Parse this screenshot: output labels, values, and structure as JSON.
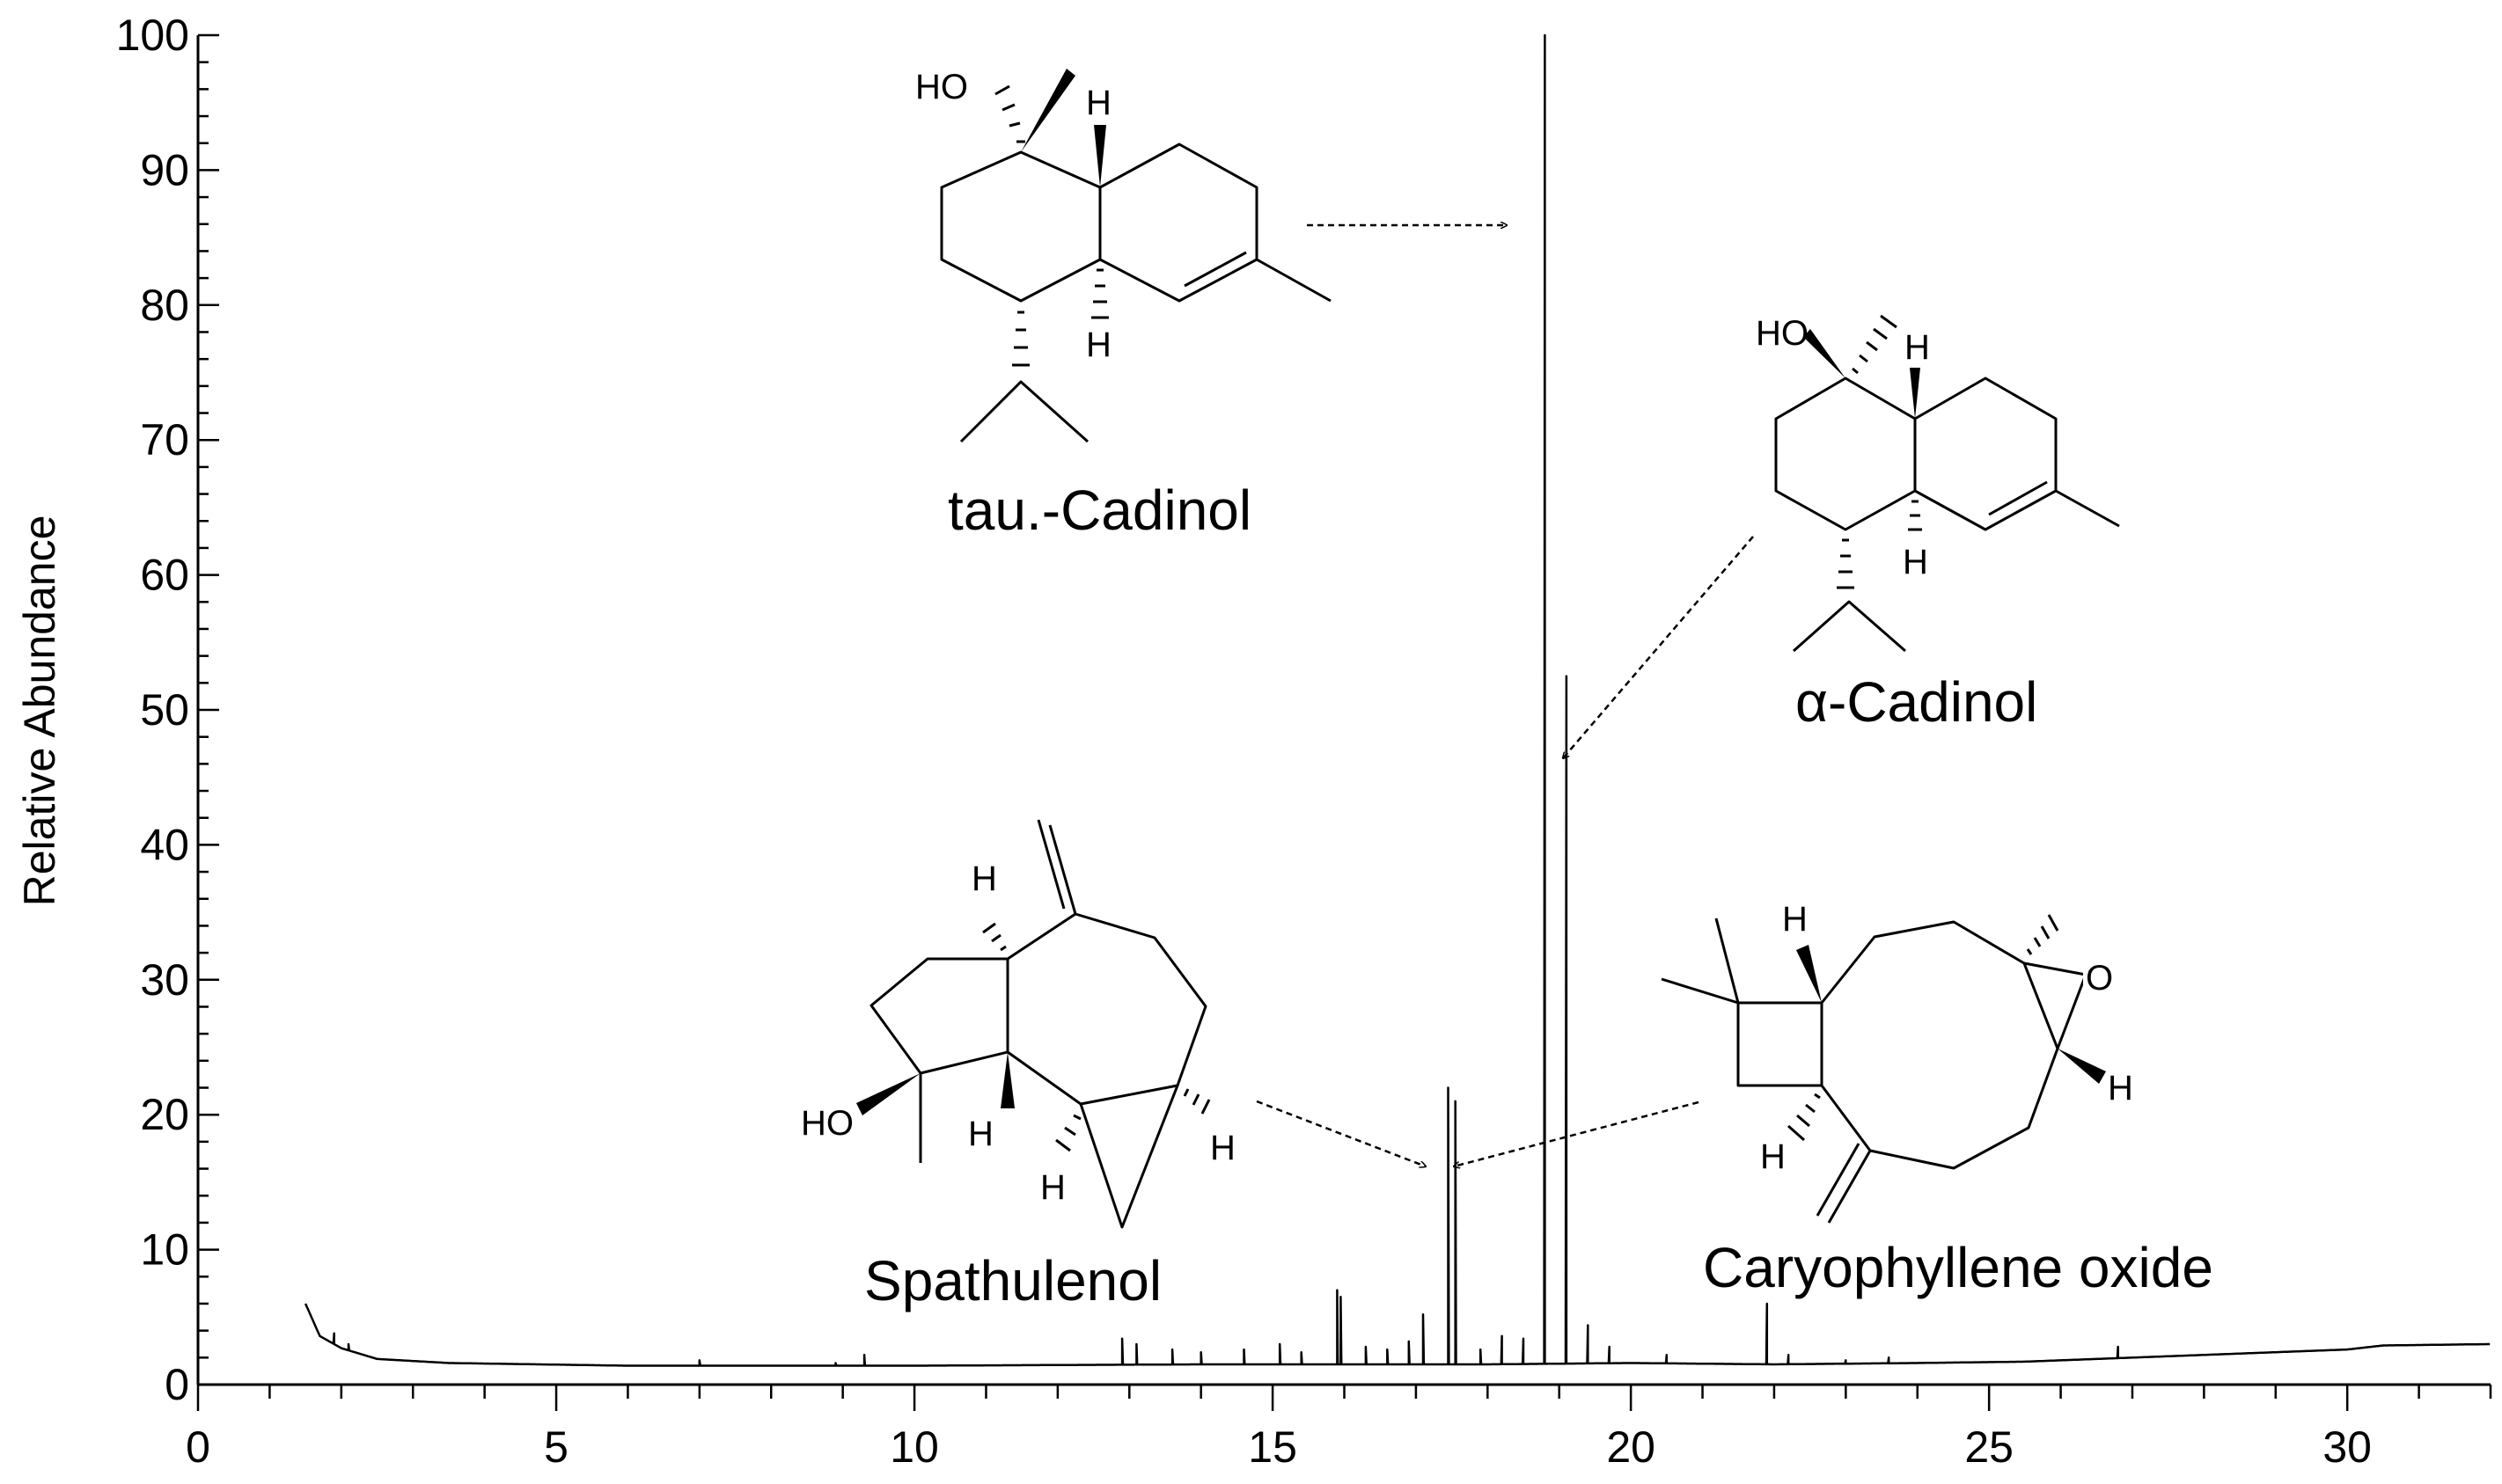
{
  "chart_data": {
    "type": "line",
    "title": "",
    "xlabel": "",
    "ylabel": "Relative  Abundance",
    "xlim": [
      0,
      32
    ],
    "ylim": [
      0,
      100
    ],
    "x_ticks": [
      0,
      5,
      10,
      15,
      20,
      25,
      30
    ],
    "y_ticks": [
      0,
      10,
      20,
      30,
      40,
      50,
      60,
      70,
      80,
      90,
      100
    ],
    "grid": false,
    "baseline": [
      [
        1.5,
        6.0
      ],
      [
        1.7,
        3.6
      ],
      [
        2.0,
        2.7
      ],
      [
        2.5,
        1.9
      ],
      [
        3.5,
        1.6
      ],
      [
        6.0,
        1.4
      ],
      [
        10.0,
        1.4
      ],
      [
        14.0,
        1.5
      ],
      [
        16.0,
        1.5
      ],
      [
        18.0,
        1.5
      ],
      [
        20.0,
        1.6
      ],
      [
        22.0,
        1.5
      ],
      [
        24.0,
        1.6
      ],
      [
        25.5,
        1.7
      ],
      [
        27.0,
        2.0
      ],
      [
        28.5,
        2.3
      ],
      [
        30.0,
        2.6
      ],
      [
        30.5,
        2.9
      ],
      [
        32.0,
        3.0
      ]
    ],
    "peaks": [
      {
        "x": 1.9,
        "y": 3.8
      },
      {
        "x": 2.1,
        "y": 3.0
      },
      {
        "x": 7.0,
        "y": 1.8
      },
      {
        "x": 8.9,
        "y": 1.6
      },
      {
        "x": 9.3,
        "y": 2.2
      },
      {
        "x": 12.9,
        "y": 3.4
      },
      {
        "x": 13.1,
        "y": 3.0
      },
      {
        "x": 13.6,
        "y": 2.6
      },
      {
        "x": 14.0,
        "y": 2.4
      },
      {
        "x": 14.6,
        "y": 2.6
      },
      {
        "x": 15.1,
        "y": 3.0
      },
      {
        "x": 15.4,
        "y": 2.4
      },
      {
        "x": 15.9,
        "y": 7.0
      },
      {
        "x": 15.95,
        "y": 6.5
      },
      {
        "x": 16.3,
        "y": 2.8
      },
      {
        "x": 16.6,
        "y": 2.6
      },
      {
        "x": 16.9,
        "y": 3.2
      },
      {
        "x": 17.1,
        "y": 5.2
      },
      {
        "x": 17.45,
        "y": 22.0
      },
      {
        "x": 17.55,
        "y": 21.0
      },
      {
        "x": 17.9,
        "y": 2.6
      },
      {
        "x": 18.2,
        "y": 3.6
      },
      {
        "x": 18.5,
        "y": 3.4
      },
      {
        "x": 18.8,
        "y": 100.0
      },
      {
        "x": 19.1,
        "y": 52.5
      },
      {
        "x": 19.4,
        "y": 4.4
      },
      {
        "x": 19.7,
        "y": 2.8
      },
      {
        "x": 20.5,
        "y": 2.2
      },
      {
        "x": 21.9,
        "y": 6.0
      },
      {
        "x": 22.2,
        "y": 2.2
      },
      {
        "x": 23.0,
        "y": 1.8
      },
      {
        "x": 23.6,
        "y": 2.0
      },
      {
        "x": 26.8,
        "y": 2.8
      }
    ],
    "annotations": [
      {
        "text": "tau.-Cadinol",
        "peak_x": 18.8
      },
      {
        "text": "α-Cadinol",
        "peak_x": 19.1
      },
      {
        "text": "Spathulenol",
        "peak_x": 17.45
      },
      {
        "text": "Caryophyllene oxide",
        "peak_x": 17.55
      }
    ]
  },
  "structures": {
    "tau_cadinol": {
      "ho": "HO",
      "h_top": "H",
      "h_bottom": "H"
    },
    "alpha_cadinol": {
      "ho": "HO",
      "h_top": "H",
      "h_bottom": "H"
    },
    "spathulenol": {
      "ho": "HO",
      "h1": "H",
      "h2": "H",
      "h3": "H",
      "h4": "H"
    },
    "caryophyllene_oxide": {
      "o": "O",
      "h1": "H",
      "h2": "H",
      "h3": "H"
    }
  }
}
